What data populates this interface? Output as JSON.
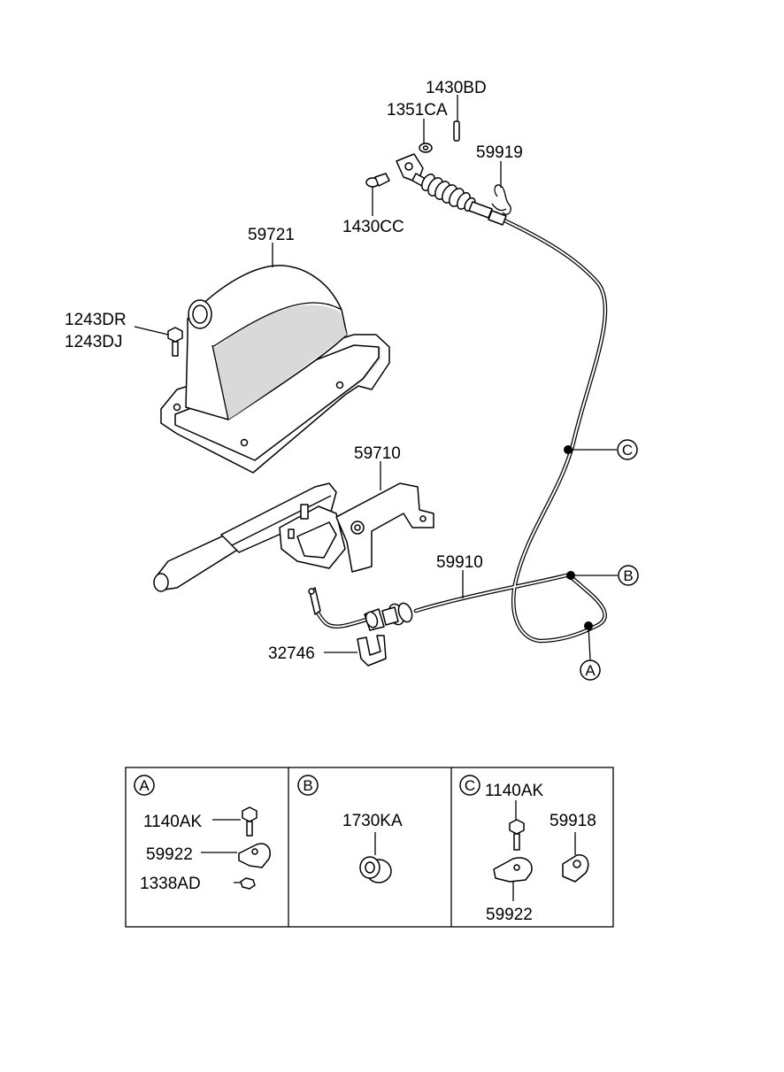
{
  "parts": {
    "p_1430BD": "1430BD",
    "p_1351CA": "1351CA",
    "p_59919": "59919",
    "p_1430CC": "1430CC",
    "p_59721": "59721",
    "p_1243DR": "1243DR",
    "p_1243DJ": "1243DJ",
    "p_59710": "59710",
    "p_59910": "59910",
    "p_32746": "32746"
  },
  "markers": {
    "A": "A",
    "B": "B",
    "C": "C"
  },
  "detail_boxes": {
    "a": {
      "letter": "A",
      "items": [
        "1140AK",
        "59922",
        "1338AD"
      ]
    },
    "b": {
      "letter": "B",
      "items": [
        "1730KA"
      ]
    },
    "c": {
      "letter": "C",
      "items": [
        "1140AK",
        "59918",
        "59922"
      ]
    }
  }
}
